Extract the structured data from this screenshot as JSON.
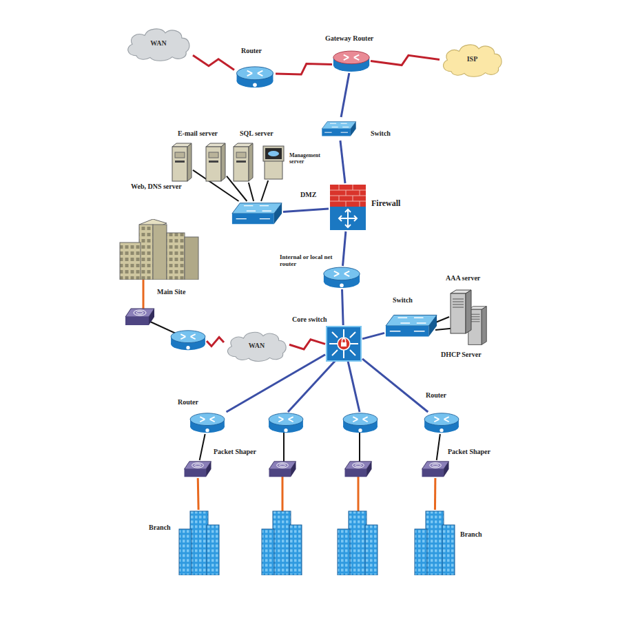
{
  "diagram": {
    "nodes": [
      {
        "text": [
          "WAN"
        ]
      },
      {
        "text": [
          "Router"
        ]
      },
      {
        "text": [
          "Gateway Router"
        ]
      },
      {
        "text": [
          "ISP"
        ]
      },
      {
        "text": [
          "Switch"
        ]
      },
      {
        "text": [
          "E-mail server"
        ]
      },
      {
        "text": [
          "SQL server"
        ]
      },
      {
        "text": [
          "Management server"
        ]
      },
      {
        "text": [
          "Web, DNS server"
        ]
      },
      {
        "text": [
          "DMZ"
        ]
      },
      {
        "text": [
          "Firewall"
        ]
      },
      {
        "text": [
          "Internal or local net router"
        ]
      },
      {
        "text": [
          "Main Site"
        ]
      },
      {
        "text": [
          "Switch"
        ]
      },
      {
        "text": [
          "AAA server"
        ]
      },
      {
        "text": [
          "Core switch"
        ]
      },
      {
        "text": [
          "WAN"
        ]
      },
      {
        "text": [
          "DHCP Server"
        ]
      },
      {
        "text": [
          "Router"
        ]
      },
      {
        "text": [
          "Router"
        ]
      },
      {
        "text": [
          "Packet Shaper"
        ]
      },
      {
        "text": [
          "Packet Shaper"
        ]
      },
      {
        "text": [
          "Branch"
        ]
      },
      {
        "text": [
          "Branch"
        ]
      }
    ],
    "edges": [
      {
        "from": 0,
        "to": 1,
        "arrow": "none"
      },
      {
        "from": 1,
        "to": 2,
        "arrow": "none"
      },
      {
        "from": 2,
        "to": 3,
        "arrow": "none"
      },
      {
        "from": 2,
        "to": 4,
        "arrow": "none"
      },
      {
        "from": 4,
        "to": 10,
        "arrow": "none"
      },
      {
        "from": 5,
        "to": 9,
        "arrow": "none"
      },
      {
        "from": 6,
        "to": 9,
        "arrow": "none"
      },
      {
        "from": 7,
        "to": 9,
        "arrow": "none"
      },
      {
        "from": 8,
        "to": 9,
        "arrow": "none"
      },
      {
        "from": 9,
        "to": 10,
        "arrow": "none"
      },
      {
        "from": 10,
        "to": 11,
        "arrow": "none"
      },
      {
        "from": 11,
        "to": 15,
        "arrow": "none"
      },
      {
        "from": 12,
        "to": 16,
        "arrow": "none"
      },
      {
        "from": 16,
        "to": 15,
        "arrow": "none"
      },
      {
        "from": 15,
        "to": 13,
        "arrow": "none"
      },
      {
        "from": 13,
        "to": 14,
        "arrow": "none"
      },
      {
        "from": 13,
        "to": 17,
        "arrow": "none"
      },
      {
        "from": 15,
        "to": 18,
        "arrow": "none"
      },
      {
        "from": 15,
        "to": 19,
        "arrow": "none"
      },
      {
        "from": 18,
        "to": 20,
        "arrow": "none"
      },
      {
        "from": 19,
        "to": 21,
        "arrow": "none"
      },
      {
        "from": 20,
        "to": 22,
        "arrow": "none"
      },
      {
        "from": 21,
        "to": 23,
        "arrow": "none"
      }
    ]
  }
}
